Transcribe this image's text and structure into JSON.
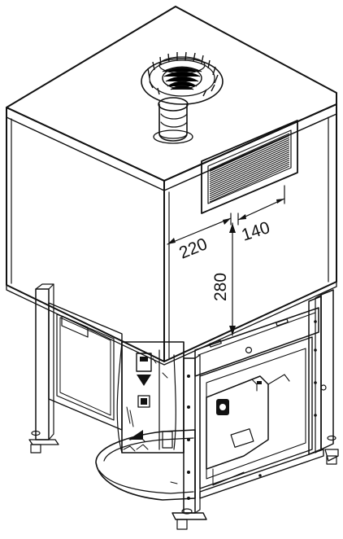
{
  "dimensions": {
    "width_label": "220",
    "grille_label": "140",
    "height_label": "280"
  }
}
